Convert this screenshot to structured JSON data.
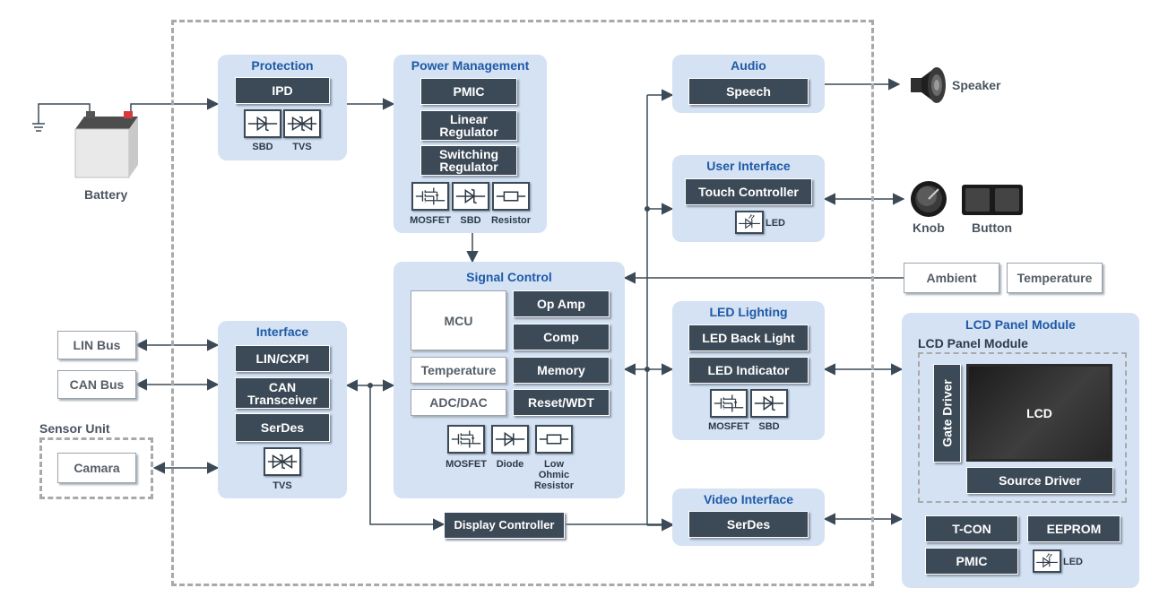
{
  "colors": {
    "panel": "#d4e2f4",
    "panel_title": "#1f5aa6",
    "block": "#3c4a57",
    "line": "#3c4a57",
    "dashed_border": "#a9a9a9"
  },
  "external": {
    "battery": "Battery",
    "speaker": "Speaker",
    "knob": "Knob",
    "button": "Button",
    "ambient": "Ambient",
    "temperature": "Temperature",
    "lin_bus": "LIN Bus",
    "can_bus": "CAN Bus",
    "sensor_unit": "Sensor Unit",
    "camara": "Camara"
  },
  "protection": {
    "title": "Protection",
    "ipd": "IPD",
    "sbd": "SBD",
    "tvs": "TVS"
  },
  "power": {
    "title": "Power Management",
    "pmic": "PMIC",
    "linear_1": "Linear",
    "linear_2": "Regulator",
    "switching_1": "Switching",
    "switching_2": "Regulator",
    "mosfet": "MOSFET",
    "sbd": "SBD",
    "resistor": "Resistor"
  },
  "signal": {
    "title": "Signal Control",
    "mcu": "MCU",
    "op_amp": "Op Amp",
    "comp": "Comp",
    "temperature": "Temperature",
    "memory": "Memory",
    "adc_dac": "ADC/DAC",
    "reset_wdt": "Reset/WDT",
    "mosfet": "MOSFET",
    "diode": "Diode",
    "low_1": "Low",
    "low_2": "Ohmic",
    "low_3": "Resistor"
  },
  "interface": {
    "title": "Interface",
    "lin_cxpi": "LIN/CXPI",
    "can_1": "CAN",
    "can_2": "Transceiver",
    "serdes": "SerDes",
    "tvs": "TVS"
  },
  "display_controller": "Display Controller",
  "audio": {
    "title": "Audio",
    "speech": "Speech"
  },
  "ui": {
    "title": "User Interface",
    "touch": "Touch Controller",
    "led": "LED"
  },
  "led_lighting": {
    "title": "LED Lighting",
    "back_light": "LED Back Light",
    "indicator": "LED Indicator",
    "mosfet": "MOSFET",
    "sbd": "SBD"
  },
  "video": {
    "title": "Video Interface",
    "serdes": "SerDes"
  },
  "lcd_module": {
    "title": "LCD Panel Module",
    "inner_title": "LCD Panel Module",
    "gate_driver": "Gate Driver",
    "lcd": "LCD",
    "source_driver": "Source Driver",
    "tcon": "T-CON",
    "eeprom": "EEPROM",
    "pmic": "PMIC",
    "led": "LED"
  }
}
